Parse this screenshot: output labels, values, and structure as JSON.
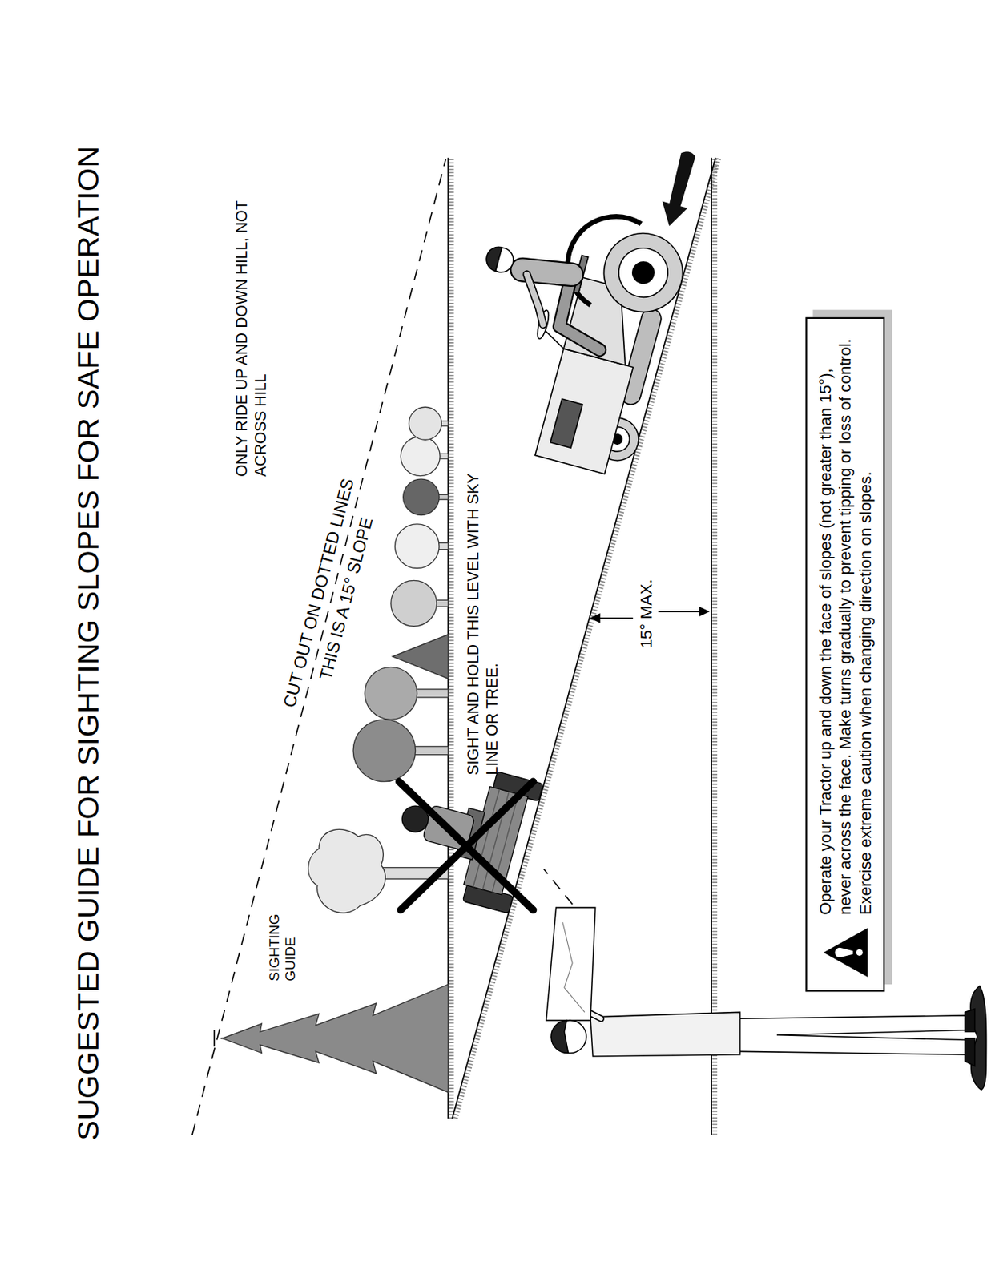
{
  "diagram": {
    "title": "SUGGESTED GUIDE FOR SIGHTING SLOPES FOR SAFE OPERATION",
    "nodes": [
      {
        "text": [
          "Operate your Tractor up and down the face of slopes (not greater than 15°), never across the face. Make turns gradually to prevent tipping or loss of control. Exercise extreme caution when changing direction on slopes."
        ]
      }
    ],
    "labels": [
      "SIGHTING GUIDE",
      "CUT OUT ON DOTTED LINES",
      "THIS IS A 15° SLOPE",
      "SIGHT AND HOLD THIS LEVEL WITH SKY LINE OR TREE.",
      "ONLY RIDE UP AND DOWN HILL, NOT ACROSS HILL",
      "15° MAX."
    ]
  }
}
